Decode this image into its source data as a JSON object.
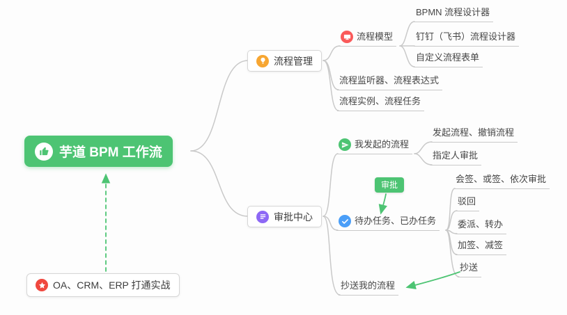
{
  "root": {
    "label": "芋道 BPM 工作流",
    "icon": "thumbs-up-icon"
  },
  "nodes": {
    "process_mgmt": {
      "label": "流程管理",
      "icon": "lightbulb-icon"
    },
    "process_model": {
      "label": "流程模型",
      "icon": "monitor-icon"
    },
    "bpmn_designer": {
      "label": "BPMN 流程设计器"
    },
    "dingtalk_designer": {
      "label": "钉钉（飞书）流程设计器"
    },
    "custom_form": {
      "label": "自定义流程表单"
    },
    "listener_expression": {
      "label": "流程监听器、流程表达式"
    },
    "instance_task": {
      "label": "流程实例、流程任务"
    },
    "approval_center": {
      "label": "审批中心",
      "icon": "list-icon"
    },
    "my_initiated": {
      "label": "我发起的流程",
      "icon": "send-icon"
    },
    "initiate_cancel": {
      "label": "发起流程、撤销流程"
    },
    "assigned_approval": {
      "label": "指定人审批"
    },
    "approval_badge": {
      "label": "审批"
    },
    "todo_done": {
      "label": "待办任务、已办任务",
      "icon": "check-icon"
    },
    "countersign": {
      "label": "会签、或签、依次审批"
    },
    "reject": {
      "label": "驳回"
    },
    "delegate_transfer": {
      "label": "委派、转办"
    },
    "add_reduce_sign": {
      "label": "加签、减签"
    },
    "cc": {
      "label": "抄送"
    },
    "cc_my": {
      "label": "抄送我的流程"
    },
    "oa_crm_erp": {
      "label": "OA、CRM、ERP 打通实战",
      "icon": "star-icon"
    }
  },
  "colors": {
    "root_green": "#4dc473",
    "connector_gray": "#c9c9c9",
    "arrow_green": "#4dc473",
    "icon_orange": "#f7a632",
    "icon_red": "#fa5a5a",
    "icon_purple": "#8d68f5",
    "icon_green": "#4dc473",
    "icon_blue": "#4a9ef8",
    "icon_star_red": "#f0483f"
  }
}
